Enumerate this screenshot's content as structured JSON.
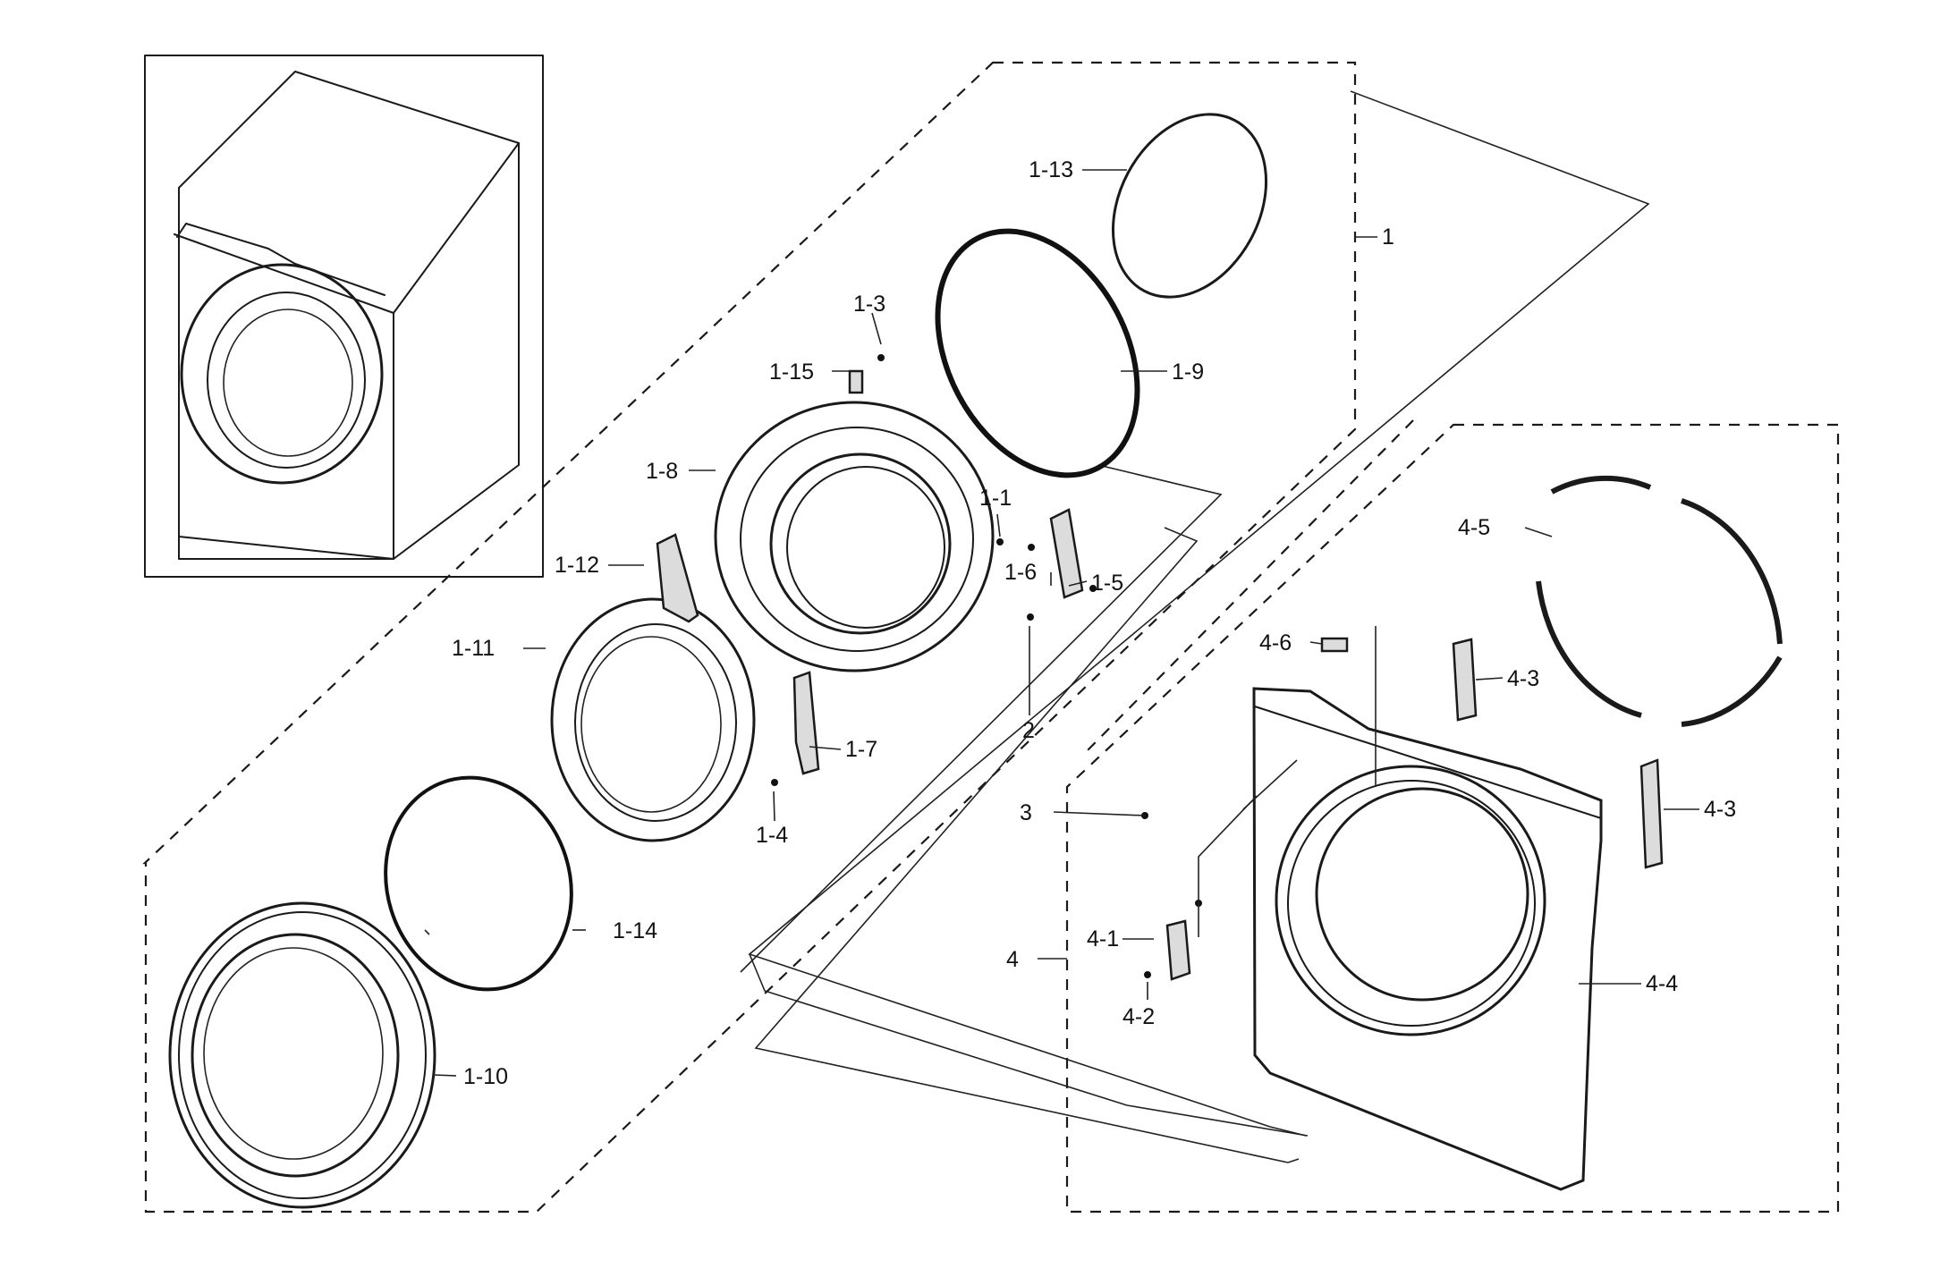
{
  "diagram": {
    "labels": {
      "l1": "1",
      "l1_1": "1-1",
      "l1_3": "1-3",
      "l1_4": "1-4",
      "l1_5": "1-5",
      "l1_6": "1-6",
      "l1_7": "1-7",
      "l1_8": "1-8",
      "l1_9": "1-9",
      "l1_10": "1-10",
      "l1_11": "1-11",
      "l1_12": "1-12",
      "l1_13": "1-13",
      "l1_14": "1-14",
      "l1_15": "1-15",
      "l2": "2",
      "l3": "3",
      "l4": "4",
      "l4_1": "4-1",
      "l4_2": "4-2",
      "l4_3a": "4-3",
      "l4_3b": "4-3",
      "l4_4": "4-4",
      "l4_5": "4-5",
      "l4_6": "4-6"
    }
  }
}
